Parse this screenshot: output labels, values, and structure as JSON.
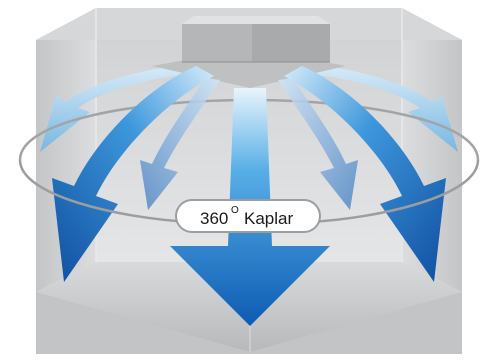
{
  "label": {
    "number": "360",
    "superscript": "O",
    "word": "Kaplar"
  },
  "colors": {
    "room_light": "#e3e4e5",
    "room_mid": "#cfd0d2",
    "room_dark": "#b9babc",
    "unit_top": "#e6e6e6",
    "unit_side": "#a8a8a8",
    "arrow_light": "#7fc4ea",
    "arrow_mid": "#2f8fd6",
    "arrow_dark": "#0f4fa0",
    "ring": "#9c9da0"
  },
  "icons": [
    "air-conditioner-unit",
    "airflow-arrow",
    "rotation-ring"
  ]
}
